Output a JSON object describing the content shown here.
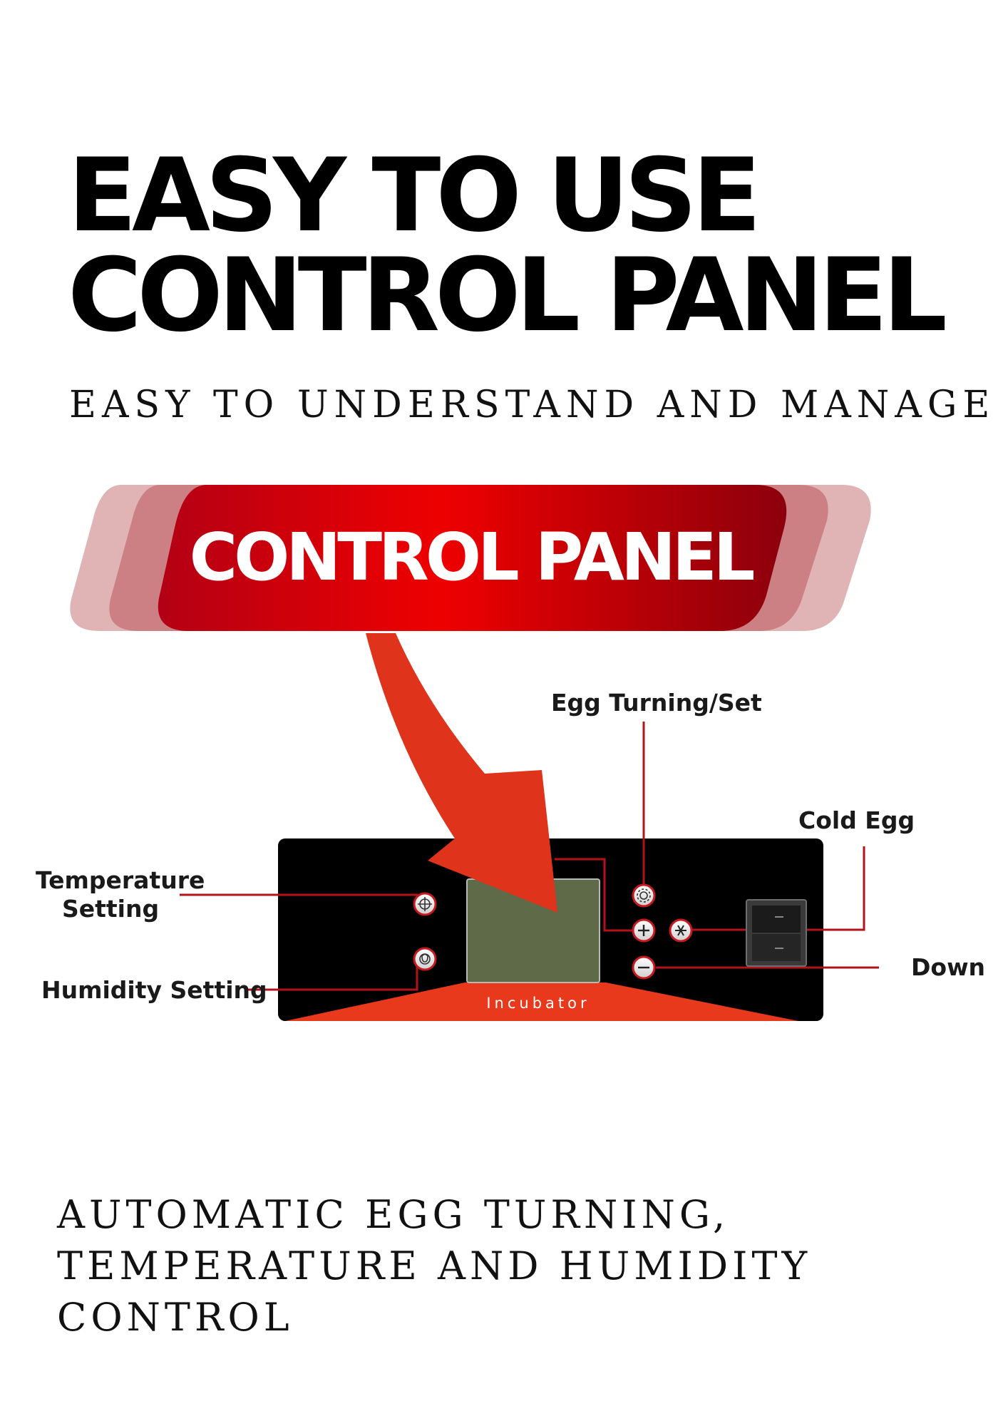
{
  "headline": {
    "line1": "EASY TO USE",
    "line2": "CONTROL PANEL"
  },
  "subheadline": "EASY TO UNDERSTAND AND MANAGE",
  "banner": {
    "label": "CONTROL PANEL"
  },
  "panel": {
    "display_label": "Incubator",
    "callouts": {
      "egg_turning": "Egg Turning/Set",
      "cold_egg": "Cold Egg",
      "temperature_line1": "Temperature",
      "temperature_line2": "Setting",
      "humidity": "Humidity Setting",
      "down": "Down"
    },
    "button_icons": [
      "thermometer-gear-icon",
      "humidity-gear-icon",
      "gear-icon",
      "plus-icon",
      "snowflake-icon",
      "minus-icon"
    ]
  },
  "bottom_text": {
    "line1": "AUTOMATIC EGG TURNING,",
    "line2": "TEMPERATURE AND HUMIDITY",
    "line3": "CONTROL"
  },
  "colors": {
    "accent_red": "#e8001c",
    "dark_red": "#9a0010",
    "arrow_red": "#e0331c",
    "panel_black": "#000000",
    "display_green": "#5e6a48",
    "callout_line": "#b3121b"
  }
}
